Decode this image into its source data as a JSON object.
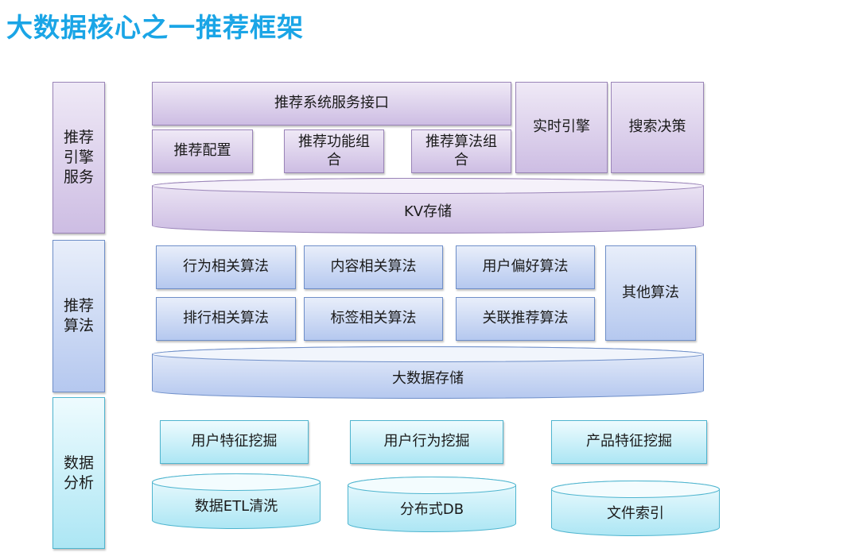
{
  "title": "大数据核心之一推荐框架",
  "layers": {
    "engine": {
      "label_lines": [
        "推荐",
        "引擎",
        "服务"
      ]
    },
    "algorithm": {
      "label_lines": [
        "推荐",
        "算法"
      ]
    },
    "analysis": {
      "label_lines": [
        "数据",
        "分析"
      ]
    }
  },
  "engine_boxes": {
    "service_interface": "推荐系统服务接口",
    "config": "推荐配置",
    "feature_combo_lines": [
      "推荐功能组",
      "合"
    ],
    "algo_combo_lines": [
      "推荐算法组",
      "合"
    ],
    "realtime_engine": "实时引擎",
    "search_decision": "搜索决策",
    "kv_storage": "KV存储"
  },
  "algorithm_boxes": {
    "behavior": "行为相关算法",
    "content": "内容相关算法",
    "preference": "用户偏好算法",
    "ranking": "排行相关算法",
    "tag": "标签相关算法",
    "association": "关联推荐算法",
    "other": "其他算法",
    "bigdata_storage": "大数据存储"
  },
  "analysis_boxes": {
    "user_feature": "用户特征挖掘",
    "user_behavior": "用户行为挖掘",
    "product_feature": "产品特征挖掘",
    "etl": "数据ETL清洗",
    "distributed_db": "分布式DB",
    "file_index": "文件索引"
  },
  "colors": {
    "title": "#1aa5e6",
    "purple_light": "#efe9f6",
    "purple_dark": "#cdbde3",
    "purple_border": "#9a84b8",
    "blue_light": "#e8eefa",
    "blue_dark": "#b5c8ef",
    "blue_border": "#6f8fc9",
    "cyan_light": "#eefbfe",
    "cyan_dark": "#ace6f4",
    "cyan_border": "#4fb5cf"
  }
}
